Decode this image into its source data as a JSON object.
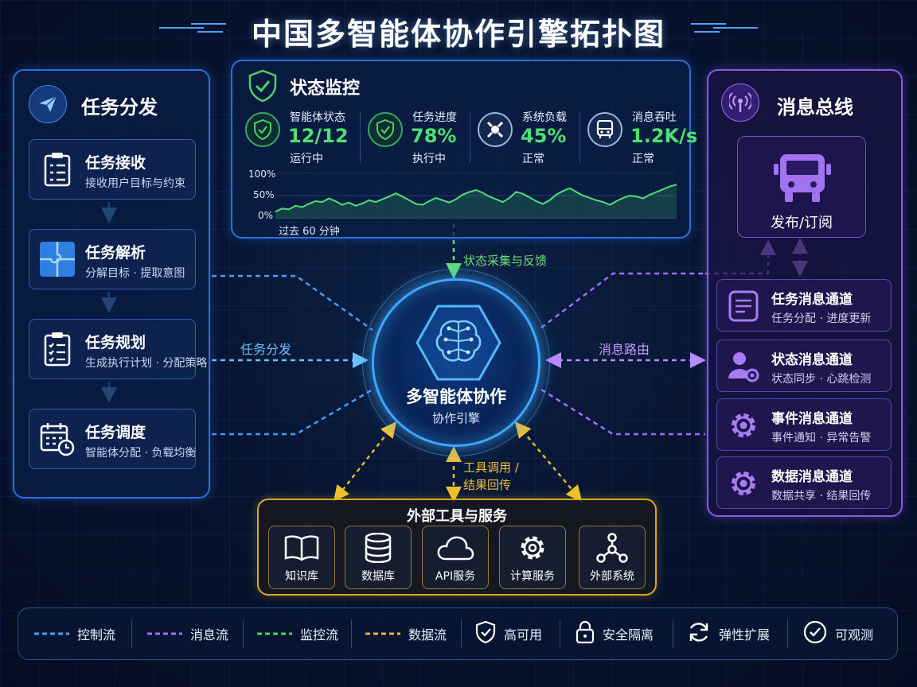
{
  "title": "中国多智能体协作引擎拓扑图",
  "task_panel": {
    "title": "任务分发",
    "icon": "paper-plane-icon",
    "steps": [
      {
        "name": "任务接收",
        "desc": "接收用户目标与约束",
        "icon": "clipboard-icon"
      },
      {
        "name": "任务解析",
        "desc": "分解目标 · 提取意图",
        "icon": "puzzle-icon"
      },
      {
        "name": "任务规划",
        "desc": "生成执行计划 · 分配策略",
        "icon": "checklist-icon"
      },
      {
        "name": "任务调度",
        "desc": "智能体分配 · 负载均衡",
        "icon": "calendar-clock-icon"
      }
    ]
  },
  "monitor_panel": {
    "title": "状态监控",
    "icon": "shield-check-icon",
    "stats": [
      {
        "label": "智能体状态",
        "value": "12/12",
        "sub": "运行中",
        "icon": "shield-check-icon"
      },
      {
        "label": "任务进度",
        "value": "78%",
        "sub": "执行中",
        "icon": "shield-check-icon"
      },
      {
        "label": "系统负载",
        "value": "45%",
        "sub": "正常",
        "icon": "load-icon"
      },
      {
        "label": "消息吞吐",
        "value": "1.2K/s",
        "sub": "正常",
        "icon": "bus-icon"
      }
    ],
    "chart_axis": {
      "y_labels": [
        "100%",
        "50%",
        "0%"
      ],
      "caption": "过去 60 分钟"
    }
  },
  "chart_data": {
    "type": "area",
    "title": "",
    "xlabel": "过去 60 分钟",
    "ylabel": "",
    "ylim": [
      0,
      100
    ],
    "grid": true,
    "color": "#4fe072",
    "series": [
      {
        "values": [
          15,
          22,
          20,
          28,
          25,
          32,
          38,
          36,
          44,
          38,
          30,
          35,
          28,
          33,
          40,
          36,
          42,
          48,
          55,
          48,
          40,
          32,
          30,
          38,
          45,
          40,
          35,
          42,
          52,
          58,
          62,
          56,
          48,
          42,
          36,
          45,
          58,
          54,
          46,
          38,
          32,
          40,
          52,
          60,
          66,
          58,
          50,
          45,
          40,
          36,
          30,
          38,
          45,
          50,
          48,
          44,
          52,
          58,
          64,
          70,
          74
        ]
      }
    ]
  },
  "bus_panel": {
    "title": "消息总线",
    "icon": "antenna-icon",
    "pubsub_label": "发布/订阅",
    "channels": [
      {
        "name": "任务消息通道",
        "desc": "任务分配 · 进度更新",
        "icon": "message-doc-icon"
      },
      {
        "name": "状态消息通道",
        "desc": "状态同步 · 心跳检测",
        "icon": "user-gear-icon"
      },
      {
        "name": "事件消息通道",
        "desc": "事件通知 · 异常告警",
        "icon": "gear-icon"
      },
      {
        "name": "数据消息通道",
        "desc": "数据共享 · 结果回传",
        "icon": "gear-icon"
      }
    ]
  },
  "engine": {
    "title": "多智能体协作",
    "subtitle": "协作引擎",
    "icon": "brain-hex-icon"
  },
  "flows": {
    "task_dispatch": "任务分发",
    "message_routing": "消息路由",
    "status_feedback": "状态采集与反馈",
    "tool_call_line1": "工具调用 /",
    "tool_call_line2": "结果回传"
  },
  "tools_panel": {
    "title": "外部工具与服务",
    "items": [
      {
        "name": "知识库",
        "icon": "book-icon"
      },
      {
        "name": "数据库",
        "icon": "database-icon"
      },
      {
        "name": "API服务",
        "icon": "cloud-icon"
      },
      {
        "name": "计算服务",
        "icon": "gear-icon"
      },
      {
        "name": "外部系统",
        "icon": "network-icon"
      }
    ]
  },
  "legend": [
    {
      "label": "控制流",
      "kind": "line",
      "color": "#3fa0ff"
    },
    {
      "label": "消息流",
      "kind": "line",
      "color": "#a36cff"
    },
    {
      "label": "监控流",
      "kind": "line",
      "color": "#4fd060"
    },
    {
      "label": "数据流",
      "kind": "line",
      "color": "#e6b52a"
    },
    {
      "label": "高可用",
      "kind": "icon",
      "icon": "shield-check-icon"
    },
    {
      "label": "安全隔离",
      "kind": "icon",
      "icon": "lock-icon"
    },
    {
      "label": "弹性扩展",
      "kind": "icon",
      "icon": "refresh-icon"
    },
    {
      "label": "可观测",
      "kind": "icon",
      "icon": "check-circle-icon"
    }
  ],
  "colors": {
    "control": "#3fa0ff",
    "message": "#a36cff",
    "monitor": "#4fd060",
    "data": "#e6b52a",
    "value_green": "#4fe072"
  }
}
